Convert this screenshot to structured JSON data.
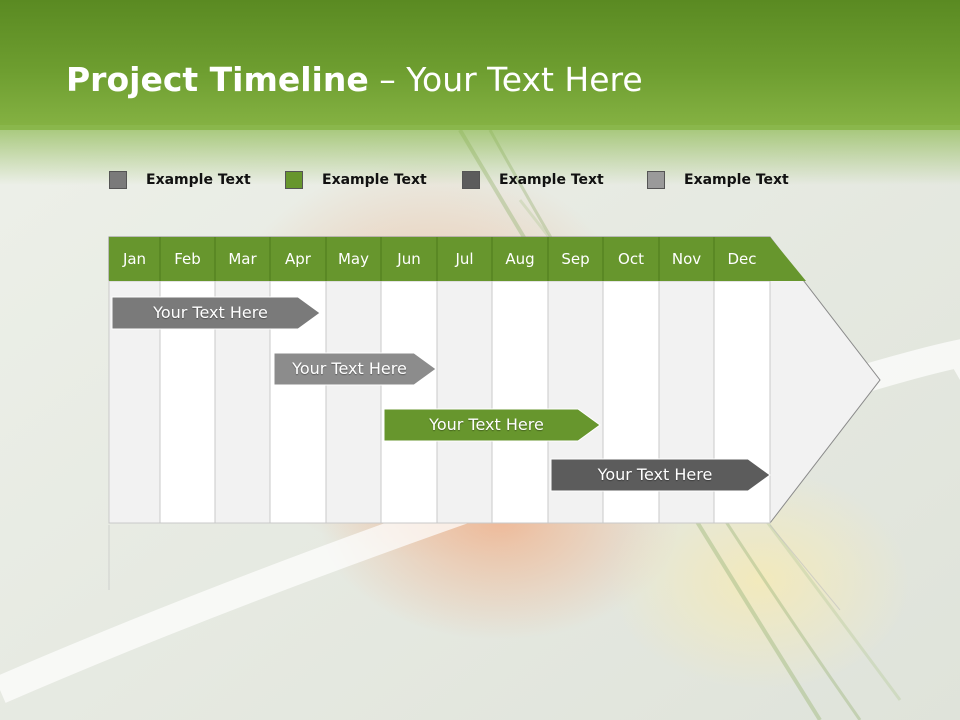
{
  "title": {
    "bold": "Project Timeline",
    "rest": " – Your Text Here"
  },
  "legend": [
    {
      "label": "Example Text",
      "color": "#7a7a7a"
    },
    {
      "label": "Example Text",
      "color": "#67962d"
    },
    {
      "label": "Example Text",
      "color": "#5c5c5c"
    },
    {
      "label": "Example Text",
      "color": "#9a9a9a"
    }
  ],
  "months": [
    "Jan",
    "Feb",
    "Mar",
    "Apr",
    "May",
    "Jun",
    "Jul",
    "Aug",
    "Sep",
    "Oct",
    "Nov",
    "Dec"
  ],
  "tasks": [
    {
      "label": "Your  Text Here",
      "start": "Jan",
      "end": "Mar",
      "color": "#7a7a7a"
    },
    {
      "label": "Your  Text Here",
      "start": "Apr",
      "end": "Jun",
      "color": "#8c8c8c"
    },
    {
      "label": "Your  Text Here",
      "start": "Jun",
      "end": "Sep",
      "color": "#67962d"
    },
    {
      "label": "Your  Text Here",
      "start": "Sep",
      "end": "Dec",
      "color": "#5c5c5c"
    }
  ],
  "colors": {
    "header": "#67962d",
    "band_dark": "#f2f2f2",
    "band_light": "#ffffff"
  }
}
